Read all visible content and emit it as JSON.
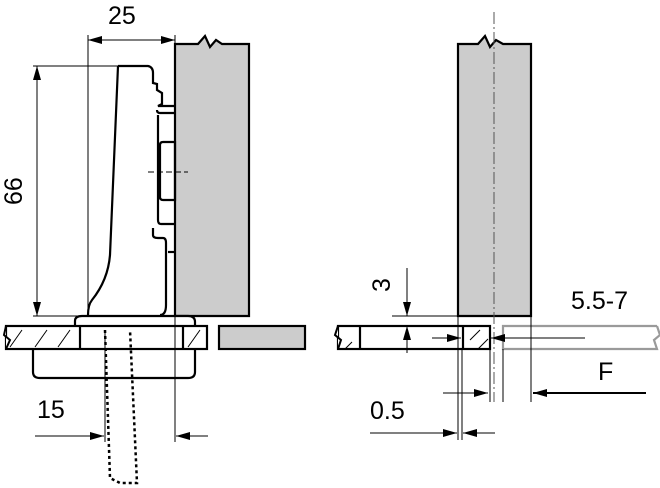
{
  "colors": {
    "panel": "#cccccc",
    "line": "#000000",
    "door_outline": "#9a9a9a"
  },
  "side_view": {
    "width_dim": "25",
    "height_dim": "66",
    "offset_dim": "15"
  },
  "front_view": {
    "thickness_dim": "3",
    "gap_dim": "5.5-7",
    "overlay_label": "F",
    "clearance_dim": "0.5"
  }
}
